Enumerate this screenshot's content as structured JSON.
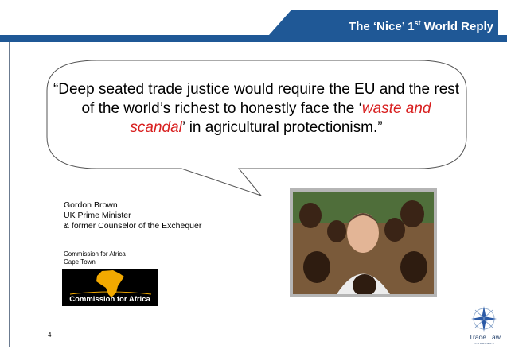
{
  "header": {
    "title_prefix": "The ‘Nice’ 1",
    "title_sup": "st",
    "title_suffix": " World Reply"
  },
  "quote": {
    "part1": "“Deep seated trade justice would require the EU and the rest of the world’s richest to honestly face the ‘",
    "highlight": "waste and scandal",
    "part2": "’ in agricultural protectionism.”"
  },
  "speaker": {
    "name": "Gordon Brown",
    "title": "UK Prime Minister",
    "former": "& former Counselor of the Exchequer"
  },
  "venue": {
    "org": "Commission for Africa",
    "city": "Cape Town"
  },
  "logo": {
    "text": "Commission for Africa"
  },
  "page_number": "4",
  "brand": {
    "name": "Trade Law",
    "sub": "CHAMBERS"
  },
  "colors": {
    "header_blue": "#1f5896",
    "highlight_red": "#d81f1f",
    "africa_gold": "#f2a900"
  }
}
